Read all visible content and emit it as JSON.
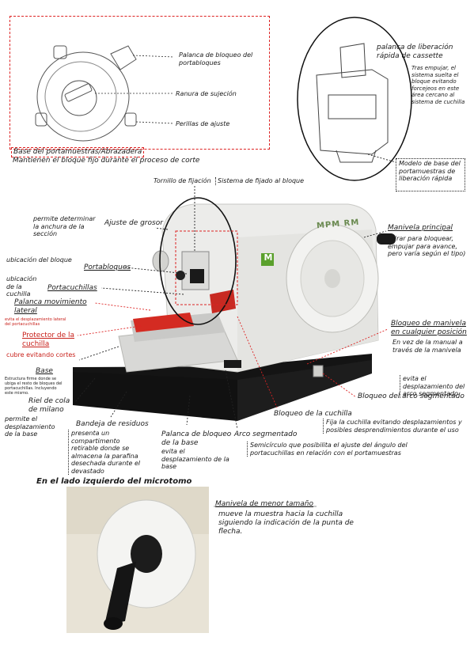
{
  "top_left": {
    "palanca": "Palanca de bloqueo del portabloques",
    "ranura": "Ranura de sujeción",
    "perillas": "Perillas de ajuste",
    "base_title": "Base del portamuestras/Abrazadera",
    "base_desc": "Mantienen el bloque fijo durante el proceso de corte"
  },
  "top_right": {
    "title": "palanca de liberación rápida de cassette",
    "desc": "Tras empujar, el sistema suelta el bloque evitando forcejeos en este área cercano al sistema de cuchilla",
    "modelo": "Modelo de base del portamuestras de liberación rápida"
  },
  "labels": {
    "tornillo": "Tornillo de fijación",
    "sistema_fijado": "Sistema de fijado al bloque",
    "grosor_desc": "permite determinar la anchura de la sección",
    "grosor": "Ajuste de grosor",
    "manivela_principal": "Manivela principal",
    "manivela_desc": "( tirar para bloquear, empujar para avance, pero varía según el tipo)",
    "ubic_bloque": "ubicación del bloque",
    "portabloques": "Portabloques",
    "ubic_cuchilla": "ubicación de la cuchilla",
    "portacuchillas": "Portacuchillas",
    "palanca_mov": "Palanca movimiento lateral",
    "palanca_mov_desc": "evita el desplazamiento lateral del portacuchillas",
    "protector": "Protector de la cuchilla",
    "protector_desc": "cubre evitando cortes",
    "base": "Base",
    "base_desc": "Estructura firme donde se ubiga el resto de bloques del portacuchillas. Incluyendo este mismo.",
    "riel": "Riel de cola de milano",
    "riel_desc": "permite el desplazamiento de la base",
    "bandeja": "Bandeja de residuos",
    "bandeja_desc": "presenta un compartimento retirable donde se almacena la parafina desechada durante el devastado",
    "palanca_base": "Palanca de bloqueo de la base",
    "palanca_base_desc": "evita el desplazamiento de la base",
    "arco": "Arco segmentado",
    "arco_desc": "Semicírculo que posibilita el ajuste del ángulo del portacuchillas en relación con el portamuestras",
    "bloqueo_cuchilla": "Bloqueo de la cuchilla",
    "bloqueo_cuchilla_desc": "Fija la cuchilla evitando desplazamientos y posibles desprendimientos durante el uso",
    "bloqueo_manivela": "Bloqueo de manivela en cualquier posición",
    "bloqueo_manivela_desc": "En vez de la manual a través de la manivela",
    "bloqueo_arco": "Bloqueo del arco segmentado",
    "bloqueo_arco_desc": "evita el desplazamiento del arco segmentado"
  },
  "bottom": {
    "heading": "En el lado izquierdo del microtomo",
    "manivela_menor": "Manivela de menor tamaño",
    "manivela_menor_desc": "mueve la muestra hacia la cuchilla siguiendo la indicación de la punta de flecha."
  },
  "machine": {
    "brand_logo": "M",
    "model_text": "MPM RM"
  },
  "colors": {
    "red": "#c8201a",
    "machine_white": "#ececea",
    "machine_black": "#141414",
    "logo_green": "#5aa02c"
  }
}
